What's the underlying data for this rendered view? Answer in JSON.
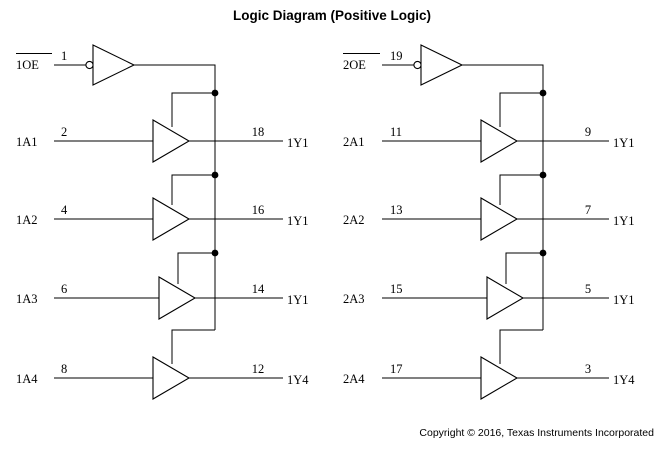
{
  "title": "Logic Diagram (Positive Logic)",
  "footer": {
    "copyright": "Copyright © 2016, Texas Instruments Incorporated"
  },
  "colors": {
    "line": "#000000",
    "background": "#ffffff",
    "text": "#000000"
  },
  "banks": [
    {
      "id": "bank-1",
      "enable": {
        "label": "1OE",
        "overline": true,
        "pin": "1",
        "icon": "inverter-gate",
        "bubble": "invert-bubble"
      },
      "channels": [
        {
          "input_label": "1A1",
          "input_pin": "2",
          "output_pin": "18",
          "output_label": "1Y1",
          "icon": "buffer-gate"
        },
        {
          "input_label": "1A2",
          "input_pin": "4",
          "output_pin": "16",
          "output_label": "1Y1",
          "icon": "buffer-gate"
        },
        {
          "input_label": "1A3",
          "input_pin": "6",
          "output_pin": "14",
          "output_label": "1Y1",
          "icon": "buffer-gate"
        },
        {
          "input_label": "1A4",
          "input_pin": "8",
          "output_pin": "12",
          "output_label": "1Y4",
          "icon": "buffer-gate"
        }
      ]
    },
    {
      "id": "bank-2",
      "enable": {
        "label": "2OE",
        "overline": true,
        "pin": "19",
        "icon": "inverter-gate",
        "bubble": "invert-bubble"
      },
      "channels": [
        {
          "input_label": "2A1",
          "input_pin": "11",
          "output_pin": "9",
          "output_label": "1Y1",
          "icon": "buffer-gate"
        },
        {
          "input_label": "2A2",
          "input_pin": "13",
          "output_pin": "7",
          "output_label": "1Y1",
          "icon": "buffer-gate"
        },
        {
          "input_label": "2A3",
          "input_pin": "15",
          "output_pin": "5",
          "output_label": "1Y1",
          "icon": "buffer-gate"
        },
        {
          "input_label": "2A4",
          "input_pin": "17",
          "output_pin": "3",
          "output_label": "1Y4",
          "icon": "buffer-gate"
        }
      ]
    }
  ]
}
